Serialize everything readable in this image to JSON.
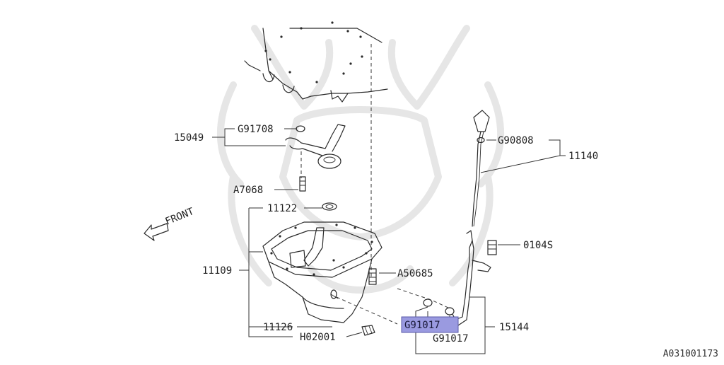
{
  "diagram_id": "A031001173",
  "front_label": "FRONT",
  "parts": {
    "p15049": "15049",
    "pG91708": "G91708",
    "pA7068": "A7068",
    "p11122": "11122",
    "p11109": "11109",
    "p11126": "11126",
    "pH02001": "H02001",
    "pG90808": "G90808",
    "p11140": "11140",
    "p0104S": "0104S",
    "pA50685": "A50685",
    "pG91017_hl": "G91017",
    "pG91017": "G91017",
    "p15144": "15144"
  },
  "colors": {
    "highlight": "#9a9ae0",
    "watermark": "#e6e6e6",
    "line": "#2a2a2a"
  }
}
